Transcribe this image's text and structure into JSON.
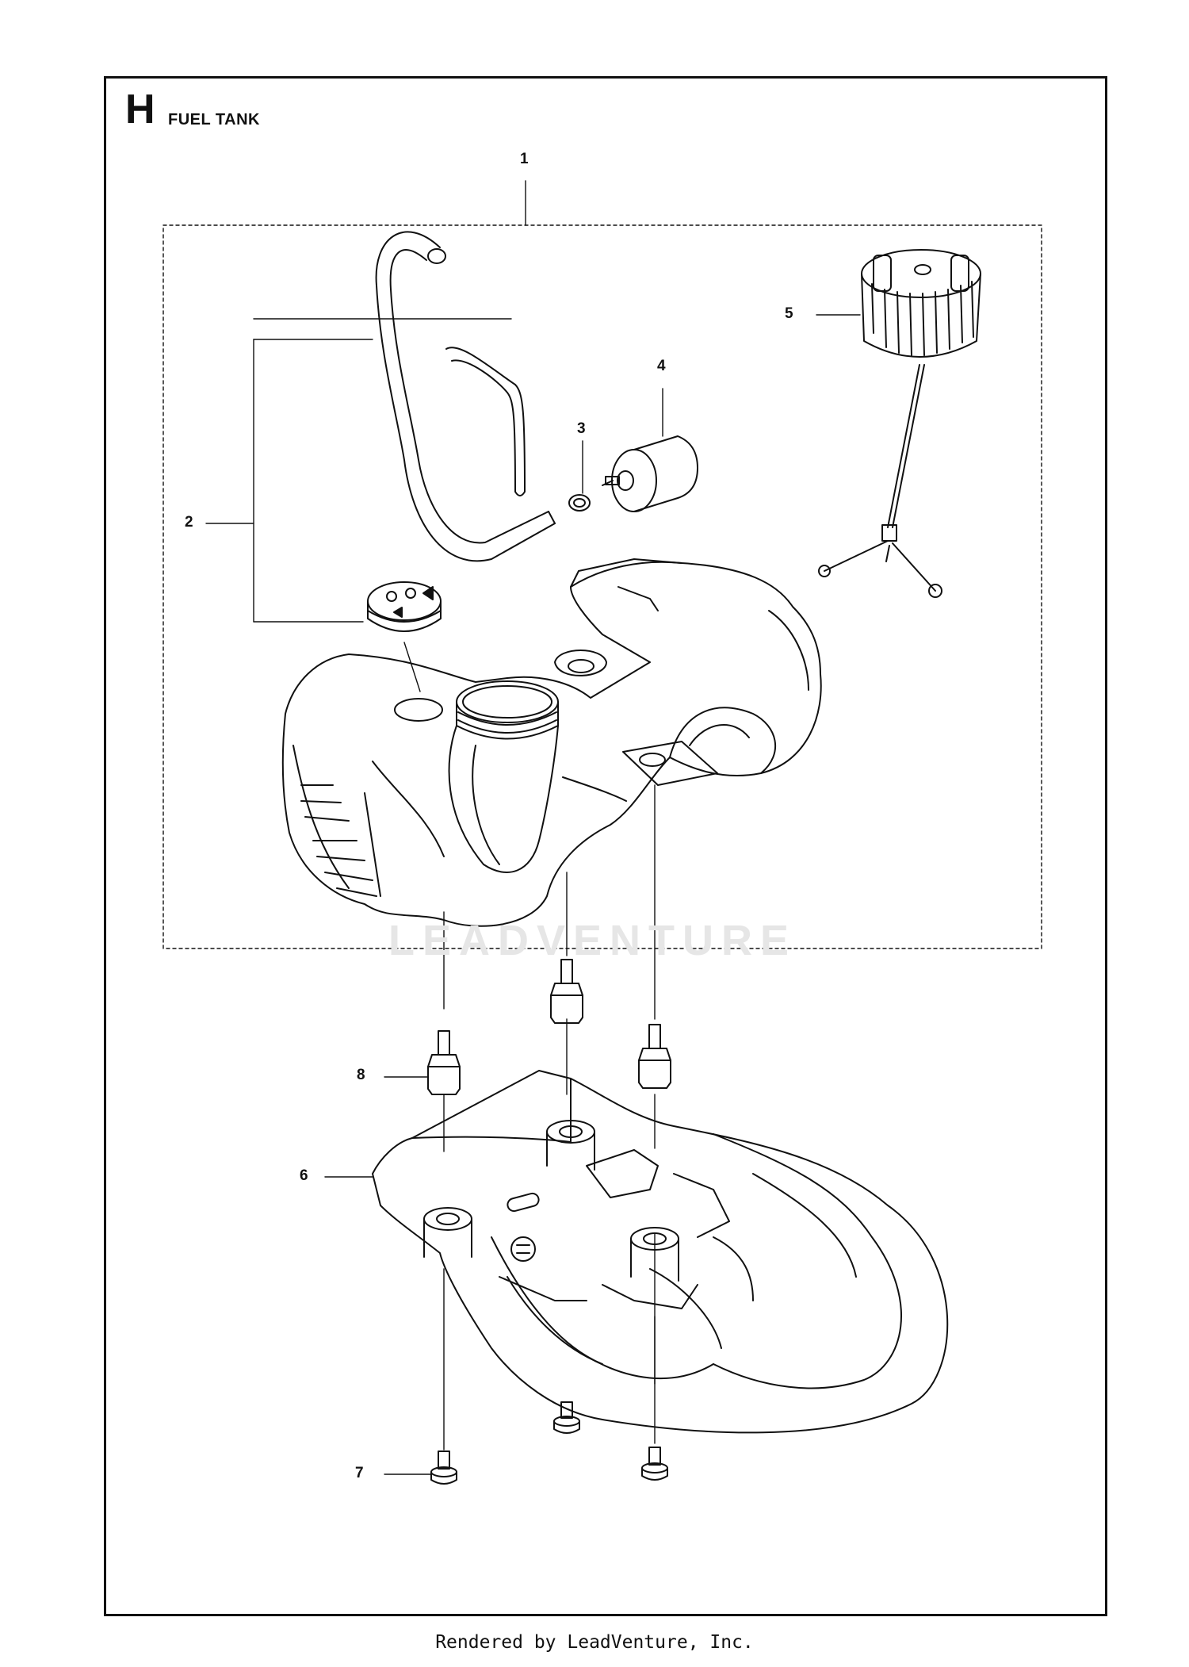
{
  "section": {
    "letter": "H",
    "title": "FUEL TANK"
  },
  "callouts": [
    {
      "id": "1",
      "label": "1"
    },
    {
      "id": "2",
      "label": "2"
    },
    {
      "id": "3",
      "label": "3"
    },
    {
      "id": "4",
      "label": "4"
    },
    {
      "id": "5",
      "label": "5"
    },
    {
      "id": "6",
      "label": "6"
    },
    {
      "id": "7",
      "label": "7"
    },
    {
      "id": "8",
      "label": "8"
    }
  ],
  "watermark": "LEADVENTURE",
  "footer": "Rendered by LeadVenture, Inc.",
  "colors": {
    "line": "#111111",
    "watermark": "#e6e6e6",
    "background": "#ffffff"
  }
}
